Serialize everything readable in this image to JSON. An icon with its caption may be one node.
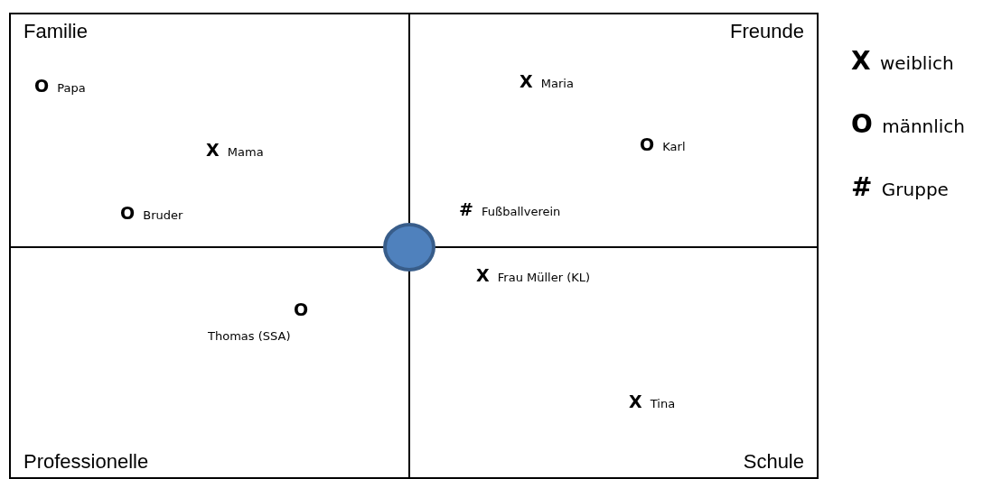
{
  "diagram": {
    "nodes": [
      {
        "text": [
          "Familie"
        ]
      },
      {
        "text": [
          "Freunde"
        ]
      },
      {
        "text": [
          "Professionelle"
        ]
      },
      {
        "text": [
          "Schule"
        ]
      },
      {
        "text": [],
        "shape": "circle"
      }
    ],
    "labels": [
      "**O** Papa",
      "**X** Mama",
      "**O** Bruder",
      "**X** Maria",
      "**O** Karl",
      "**#** Fußballverein",
      "O",
      "Thomas (SSA)",
      "**X** Frau Müller (KL)",
      "**X** Tina"
    ],
    "legend": [
      {
        "text": "**X** weiblich"
      },
      {
        "text": "**O** männlich"
      },
      {
        "text": "**#** Gruppe"
      }
    ]
  }
}
